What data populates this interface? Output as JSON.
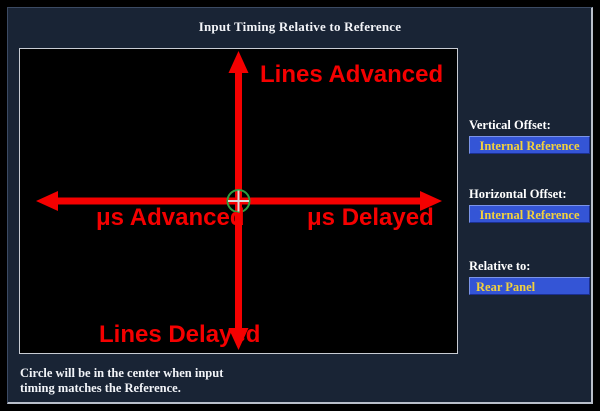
{
  "window": {
    "title": "Input Timing Relative to Reference"
  },
  "plot": {
    "labels": {
      "up": "Lines Advanced",
      "left": "μs Advanced",
      "right": "μs  Delayed",
      "down": "Lines Delayed"
    },
    "marker": {
      "name": "position-crosshair-circle",
      "circle_color": "#2d9e3f",
      "crosshair_color": "#d8d8d8",
      "position": "center"
    },
    "axis_color": "#f50000",
    "background": "#000000"
  },
  "controls": [
    {
      "label": "Vertical Offset:",
      "value": "Internal Reference",
      "align": "center"
    },
    {
      "label": "Horizontal Offset:",
      "value": "Internal Reference",
      "align": "center"
    },
    {
      "label": "Relative to:",
      "value": "Rear Panel",
      "align": "left"
    }
  ],
  "caption": {
    "line1": "Circle will be in the center when input",
    "line2": "timing matches the Reference."
  },
  "colors": {
    "panel_background": "#192435",
    "frame": "#000000",
    "accent_red": "#f50000",
    "value_background": "#3455d6",
    "value_text": "#f2d13c",
    "label_text": "#ffffff"
  }
}
